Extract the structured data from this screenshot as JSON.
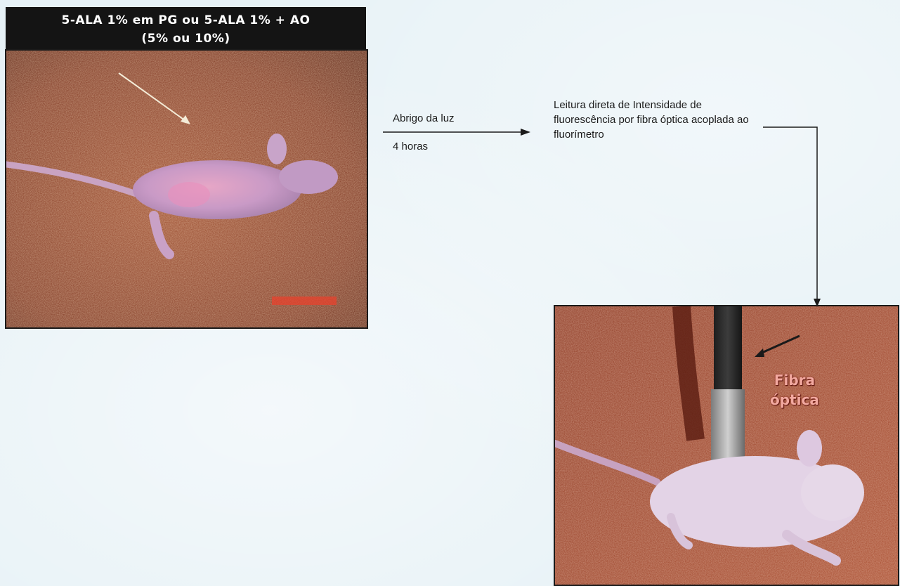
{
  "header": {
    "line1": "5-ALA 1%  em PG  ou  5-ALA 1% + AO",
    "line2": "(5% ou 10%)"
  },
  "flow": {
    "step_condition": "Abrigo da luz",
    "step_duration": "4 horas",
    "reading_text": "Leitura direta de Intensidade de fluorescência  por fibra óptica acoplada ao fluorímetro"
  },
  "photo_right": {
    "label_line1": "Fibra",
    "label_line2": "óptica"
  },
  "colors": {
    "background": "#e6f1f6",
    "header_bg": "#141414",
    "header_text": "#ffffff",
    "photo_floor": "#8a3a22",
    "overlay_label": "#f2a9a0",
    "line": "#1b1b1b"
  }
}
